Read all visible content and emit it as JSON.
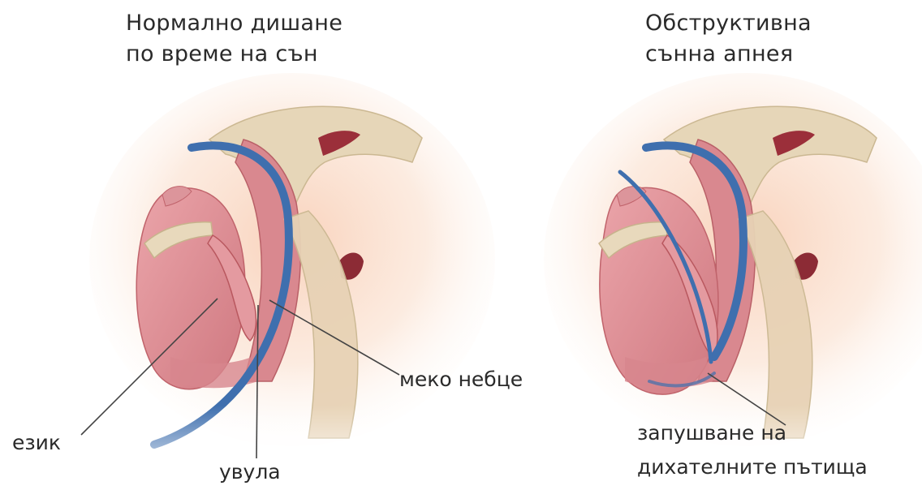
{
  "titles": {
    "normal_line1": "Нормално дишане",
    "normal_line2": "по време на сън",
    "osa_line1": "Обструктивна",
    "osa_line2": "сънна апнея"
  },
  "labels": {
    "tongue": "език",
    "uvula": "увула",
    "soft_palate": "меко небце",
    "obstruction_line1": "запушване на",
    "obstruction_line2": "дихателните пътища"
  },
  "colors": {
    "airflow": "#3f6fae",
    "tissue": "#d98e94",
    "tissue_dark": "#c4676f",
    "bone": "#e3d3b7",
    "skin": "#fbe2d2",
    "leader_line": "#444444"
  },
  "icons": {
    "normal_airway": "head-cross-section-normal",
    "osa_airway": "head-cross-section-obstructed"
  }
}
